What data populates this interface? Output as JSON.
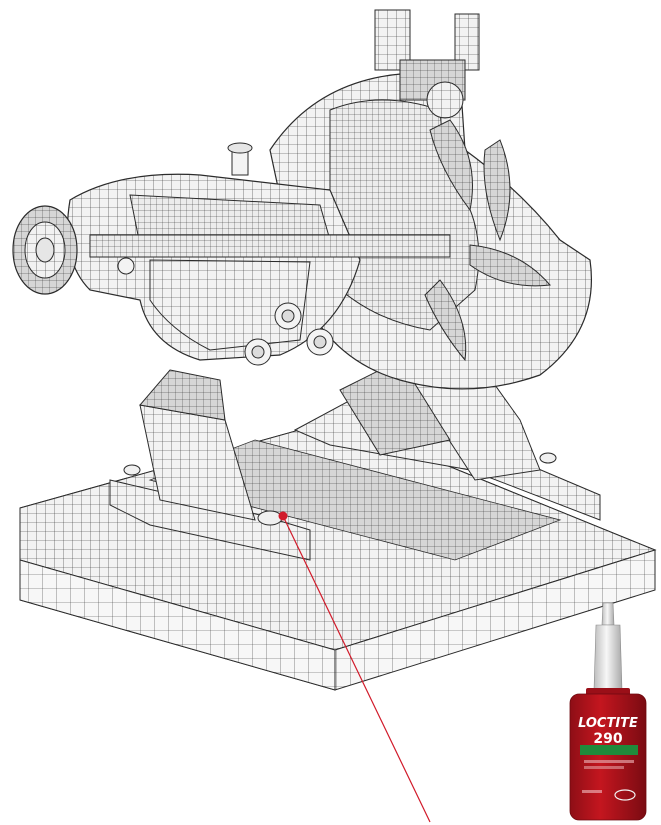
{
  "illustration": {
    "subject": "centrifugal-pump-cutaway-mesh",
    "colors": {
      "mesh_fill": "#f2f2f2",
      "mesh_line": "#2b2b2b",
      "shade_fill": "#d9d9d9",
      "callout_line": "#d11a2a",
      "bottle_red": "#b3121d",
      "bottle_cap": "#e8e8e8",
      "label_green": "#1f8a3b"
    }
  },
  "product": {
    "brand": "LOCTITE",
    "number": "290",
    "icons": [
      "threadlocker-bottle-icon"
    ]
  }
}
